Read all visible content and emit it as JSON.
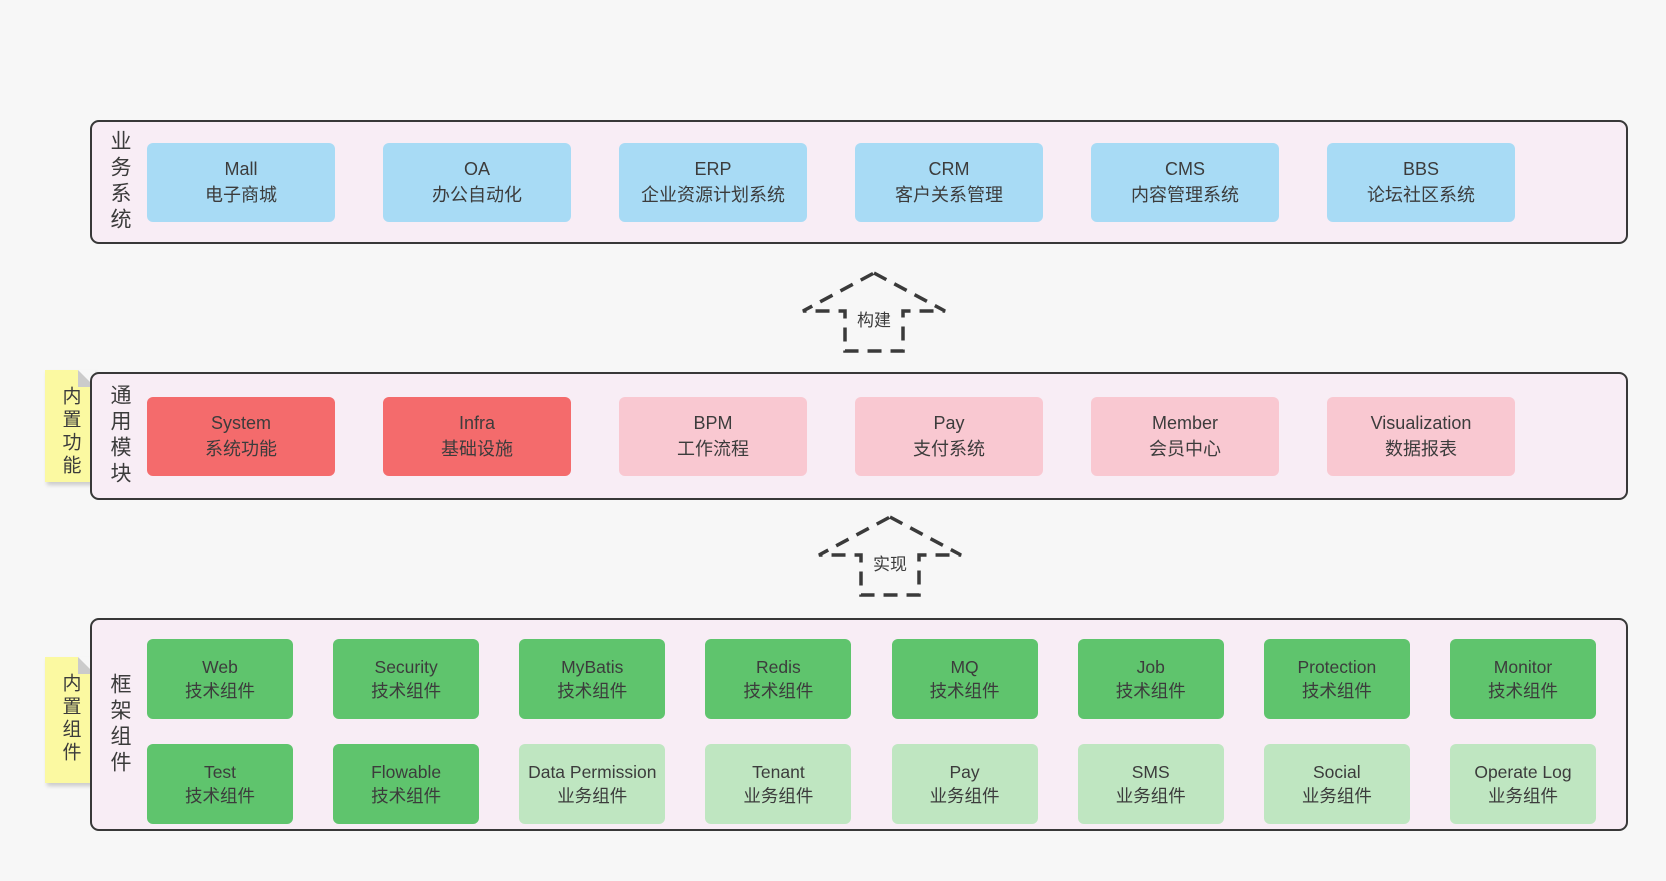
{
  "colors": {
    "page_bg": "#f7f7f7",
    "band_bg": "#f8edf5",
    "band_border": "#383838",
    "blue_box": "#a8dbf5",
    "red_box": "#f46b6c",
    "pink_box": "#f9c8d1",
    "green_box": "#5fc46d",
    "light_green_box": "#bfe6c1",
    "sticky_note": "#fbf9a1",
    "sticky_fold": "#cbcbcb",
    "text": "#3b3b3b"
  },
  "bands": [
    {
      "label": "业务系统",
      "boxes": [
        {
          "title": "Mall",
          "subtitle": "电子商城"
        },
        {
          "title": "OA",
          "subtitle": "办公自动化"
        },
        {
          "title": "ERP",
          "subtitle": "企业资源计划系统"
        },
        {
          "title": "CRM",
          "subtitle": "客户关系管理"
        },
        {
          "title": "CMS",
          "subtitle": "内容管理系统"
        },
        {
          "title": "BBS",
          "subtitle": "论坛社区系统"
        }
      ]
    },
    {
      "label": "通用模块",
      "sticky": "内置功能",
      "boxes": [
        {
          "title": "System",
          "subtitle": "系统功能"
        },
        {
          "title": "Infra",
          "subtitle": "基础设施"
        },
        {
          "title": "BPM",
          "subtitle": "工作流程"
        },
        {
          "title": "Pay",
          "subtitle": "支付系统"
        },
        {
          "title": "Member",
          "subtitle": "会员中心"
        },
        {
          "title": "Visualization",
          "subtitle": "数据报表"
        }
      ]
    },
    {
      "label": "框架组件",
      "sticky": "内置组件",
      "rows": [
        [
          {
            "title": "Web",
            "subtitle": "技术组件"
          },
          {
            "title": "Security",
            "subtitle": "技术组件"
          },
          {
            "title": "MyBatis",
            "subtitle": "技术组件"
          },
          {
            "title": "Redis",
            "subtitle": "技术组件"
          },
          {
            "title": "MQ",
            "subtitle": "技术组件"
          },
          {
            "title": "Job",
            "subtitle": "技术组件"
          },
          {
            "title": "Protection",
            "subtitle": "技术组件"
          },
          {
            "title": "Monitor",
            "subtitle": "技术组件"
          }
        ],
        [
          {
            "title": "Test",
            "subtitle": "技术组件"
          },
          {
            "title": "Flowable",
            "subtitle": "技术组件"
          },
          {
            "title": "Data Permission",
            "subtitle": "业务组件"
          },
          {
            "title": "Tenant",
            "subtitle": "业务组件"
          },
          {
            "title": "Pay",
            "subtitle": "业务组件"
          },
          {
            "title": "SMS",
            "subtitle": "业务组件"
          },
          {
            "title": "Social",
            "subtitle": "业务组件"
          },
          {
            "title": "Operate Log",
            "subtitle": "业务组件"
          }
        ]
      ]
    }
  ],
  "arrows": [
    {
      "label": "构建"
    },
    {
      "label": "实现"
    }
  ]
}
